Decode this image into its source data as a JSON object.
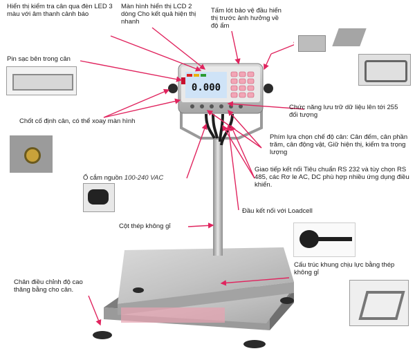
{
  "labels": {
    "led": "Hiển thị kiểm tra cân qua đèn LED 3 màu với âm thanh cảnh báo",
    "lcd": "Màn hình hiển thị LCD 2 dòng Cho kết quả hiện thị nhanh",
    "cover": "Tấm lót bảo vệ đầu hiển thị trước ảnh hưởng về độ ẩm",
    "battery": "Pin sạc bên trong cân",
    "memory": "Chức năng lưu trữ dữ liệu lên tới 255 đối tượng",
    "lock": "Chốt cố định cân, có thể xoay  màn hình",
    "modes": "Phím lựa chọn chế độ cân: Cân đếm, cân phần trăm, cân động vật, Giữ hiện thị, kiểm tra trọng lượng",
    "power_main": "Ổ cắm nguồn",
    "power_voltage": "100-240 VAC",
    "comm": "Giao tiếp kết nối Tiêu chuẩn RS 232 và tùy chọn RS 485, các Rơ le AC, DC phù hợp nhiều ứng dụng điều khiển.",
    "loadcell": "Đầu kết nối với Loadcell",
    "column": "Cột thép không gỉ",
    "feet": "Chân điều chỉnh độ cao thăng bằng cho cân.",
    "frame": "Cấu trúc khung chịu lực bằng thép không gỉ"
  },
  "display": {
    "reading": "0.000"
  },
  "colors": {
    "arrow": "#e0245e",
    "steel": "#b9b9b9",
    "lcd": "#cfe3f7"
  },
  "icons": [
    "led-indicator",
    "lcd-display",
    "keypad",
    "power-socket-icon",
    "loadcell-connector-icon",
    "lock-pin-icon"
  ]
}
